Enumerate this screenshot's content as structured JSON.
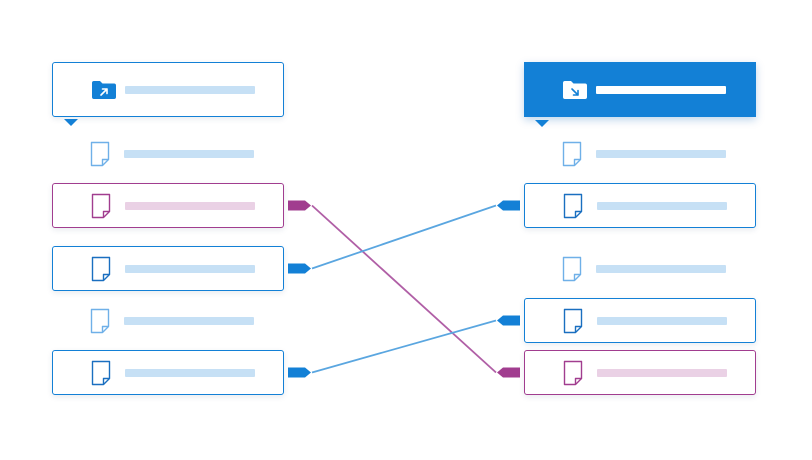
{
  "colors": {
    "primary": "#1380d6",
    "primary_light": "#c6e0f5",
    "accent": "#a13d8f",
    "accent_light": "#ead1e5",
    "file_outline": "#1a6fc0",
    "file_outline_light": "#6fb0e8",
    "line_blue": "#5aa6e0",
    "line_purple": "#b05fa6"
  },
  "left_column": {
    "folder": {
      "icon": "folder-arrow-out-icon",
      "style": "outlined"
    },
    "items": [
      {
        "type": "file",
        "style": "plain",
        "icon": "document-icon"
      },
      {
        "type": "file",
        "style": "boxed-accent",
        "icon": "document-icon"
      },
      {
        "type": "file",
        "style": "boxed",
        "icon": "document-icon"
      },
      {
        "type": "file",
        "style": "plain",
        "icon": "document-icon"
      },
      {
        "type": "file",
        "style": "boxed",
        "icon": "document-icon"
      }
    ]
  },
  "right_column": {
    "folder": {
      "icon": "folder-arrow-in-icon",
      "style": "filled"
    },
    "items": [
      {
        "type": "file",
        "style": "plain",
        "icon": "document-icon"
      },
      {
        "type": "file",
        "style": "boxed",
        "icon": "document-icon"
      },
      {
        "type": "file",
        "style": "plain",
        "icon": "document-icon"
      },
      {
        "type": "file",
        "style": "boxed",
        "icon": "document-icon"
      },
      {
        "type": "file",
        "style": "boxed-accent",
        "icon": "document-icon"
      }
    ]
  },
  "mappings": [
    {
      "from": 1,
      "to": 4,
      "color": "accent"
    },
    {
      "from": 2,
      "to": 1,
      "color": "primary"
    },
    {
      "from": 4,
      "to": 3,
      "color": "primary"
    }
  ]
}
